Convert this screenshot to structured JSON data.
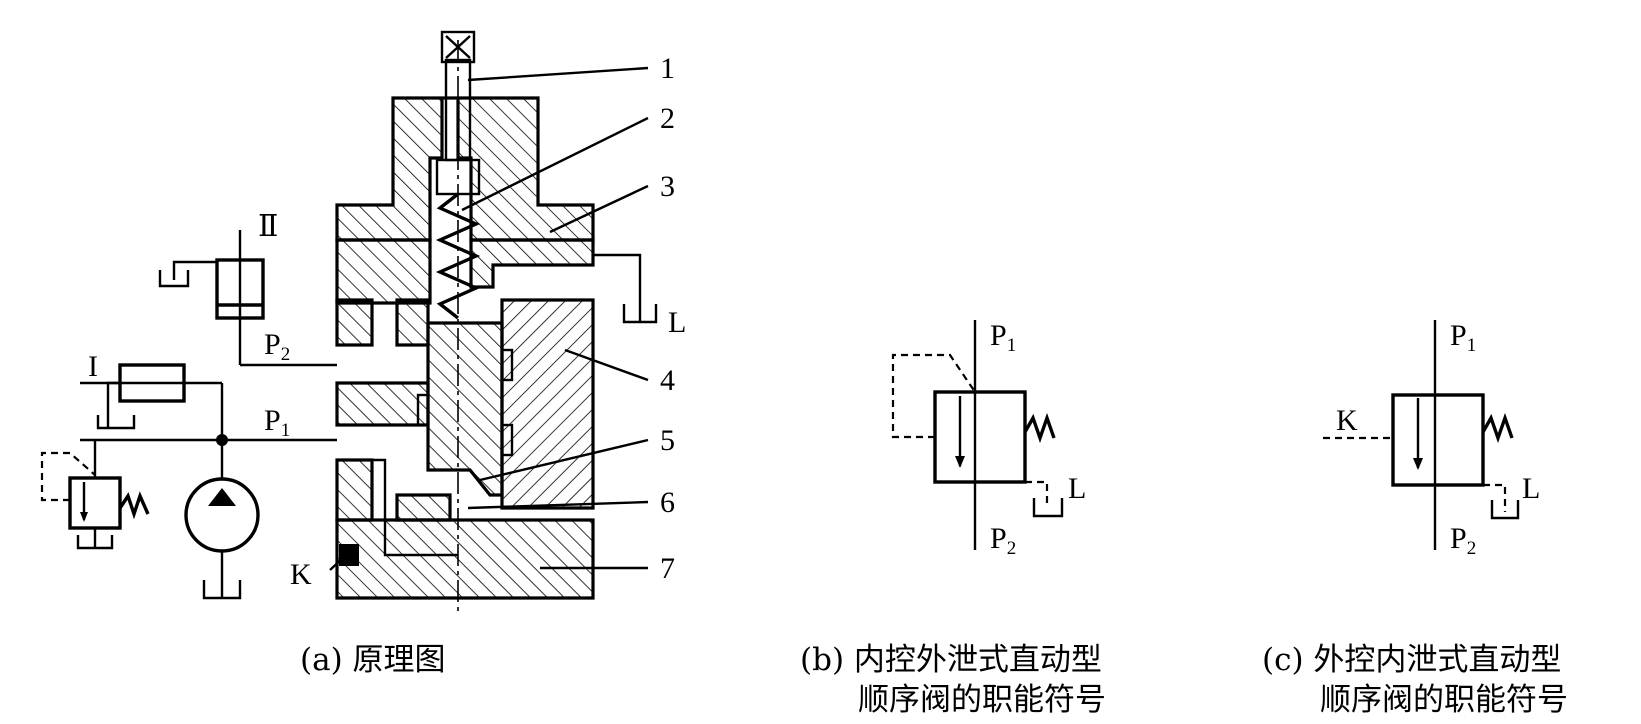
{
  "diagram_a": {
    "part_numbers": [
      "1",
      "2",
      "3",
      "4",
      "5",
      "6",
      "7"
    ],
    "port_L": "L",
    "port_K": "K",
    "port_P1": "P",
    "port_P1_sub": "1",
    "port_P2": "P",
    "port_P2_sub": "2",
    "actuator_I": "I",
    "actuator_II": "Ⅱ",
    "caption": "(a) 原理图"
  },
  "diagram_b": {
    "port_P1": "P",
    "port_P1_sub": "1",
    "port_P2": "P",
    "port_P2_sub": "2",
    "port_L": "L",
    "caption_line1": "(b) 内控外泄式直动型",
    "caption_line2": "顺序阀的职能符号"
  },
  "diagram_c": {
    "port_P1": "P",
    "port_P1_sub": "1",
    "port_P2": "P",
    "port_P2_sub": "2",
    "port_L": "L",
    "port_K": "K",
    "caption_line1": "(c) 外控内泄式直动型",
    "caption_line2": "顺序阀的职能符号"
  }
}
